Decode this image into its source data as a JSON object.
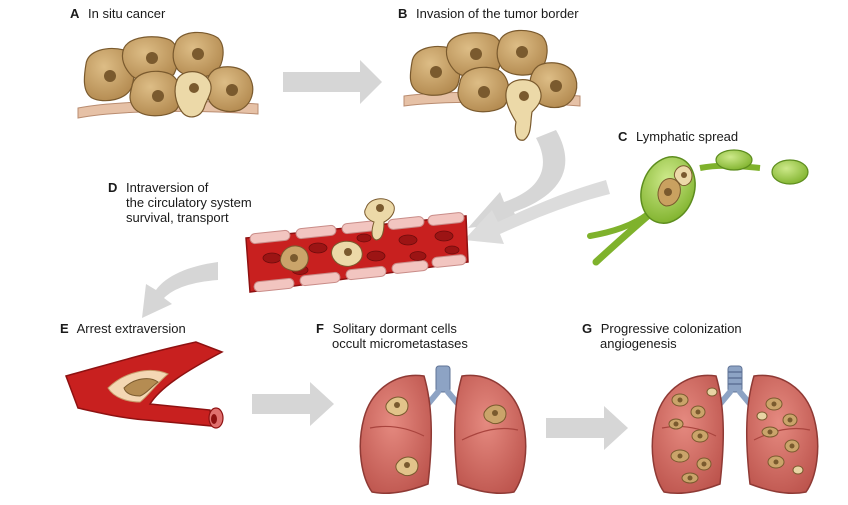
{
  "stages": [
    {
      "letter": "A",
      "lines": [
        "In situ cancer"
      ]
    },
    {
      "letter": "B",
      "lines": [
        "Invasion of the tumor border"
      ]
    },
    {
      "letter": "C",
      "lines": [
        "Lymphatic spread"
      ]
    },
    {
      "letter": "D",
      "lines": [
        "Intraversion of",
        "the circulatory system",
        "survival, transport"
      ]
    },
    {
      "letter": "E",
      "lines": [
        "Arrest extraversion"
      ]
    },
    {
      "letter": "F",
      "lines": [
        "Solitary dormant cells",
        "occult micrometastases"
      ]
    },
    {
      "letter": "G",
      "lines": [
        "Progressive colonization",
        "angiogenesis"
      ]
    }
  ],
  "colors": {
    "cell_fill": "#caa46a",
    "cell_dark": "#b58c52",
    "cell_nucleus": "#7a5a2e",
    "invading_cell": "#ecd9a8",
    "membrane": "#e9c9b0",
    "vessel_red": "#c8201f",
    "blood_cell": "#9c1414",
    "vessel_wall": "#f2c5c0",
    "lymph_green": "#7fb82a",
    "lymph_light": "#b7dc5a",
    "lung_pink": "#d86d64",
    "lung_dark": "#b24a45",
    "trachea": "#8da3c4",
    "arrow_gray": "#d3d3d3"
  }
}
